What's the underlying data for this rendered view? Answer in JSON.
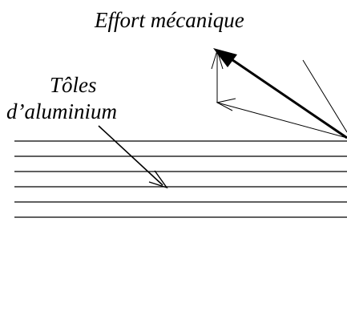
{
  "diagram": {
    "title": "Effort mécanique",
    "plates_label_line1": "Tôles",
    "plates_label_line2": "d’aluminium"
  }
}
